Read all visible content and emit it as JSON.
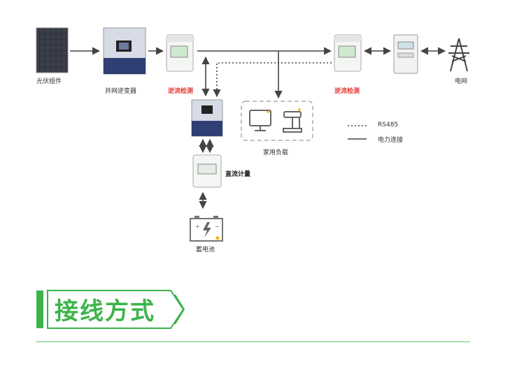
{
  "nodes": {
    "pv_panel": "光伏组件",
    "inverter": "并网逆变器",
    "meter_left": "逆流检测",
    "meter_right": "逆流检测",
    "grid": "电网",
    "home_load": "家用负载",
    "dc_meter": "直流计量",
    "battery": "蓄电池"
  },
  "legend": {
    "rs485": "RS485",
    "power": "电力连接"
  },
  "section": {
    "title": "接线方式"
  },
  "colors": {
    "accent_green": "#3cb44a",
    "warning_red": "#e53935",
    "inverter_blue": "#2f3f73"
  }
}
